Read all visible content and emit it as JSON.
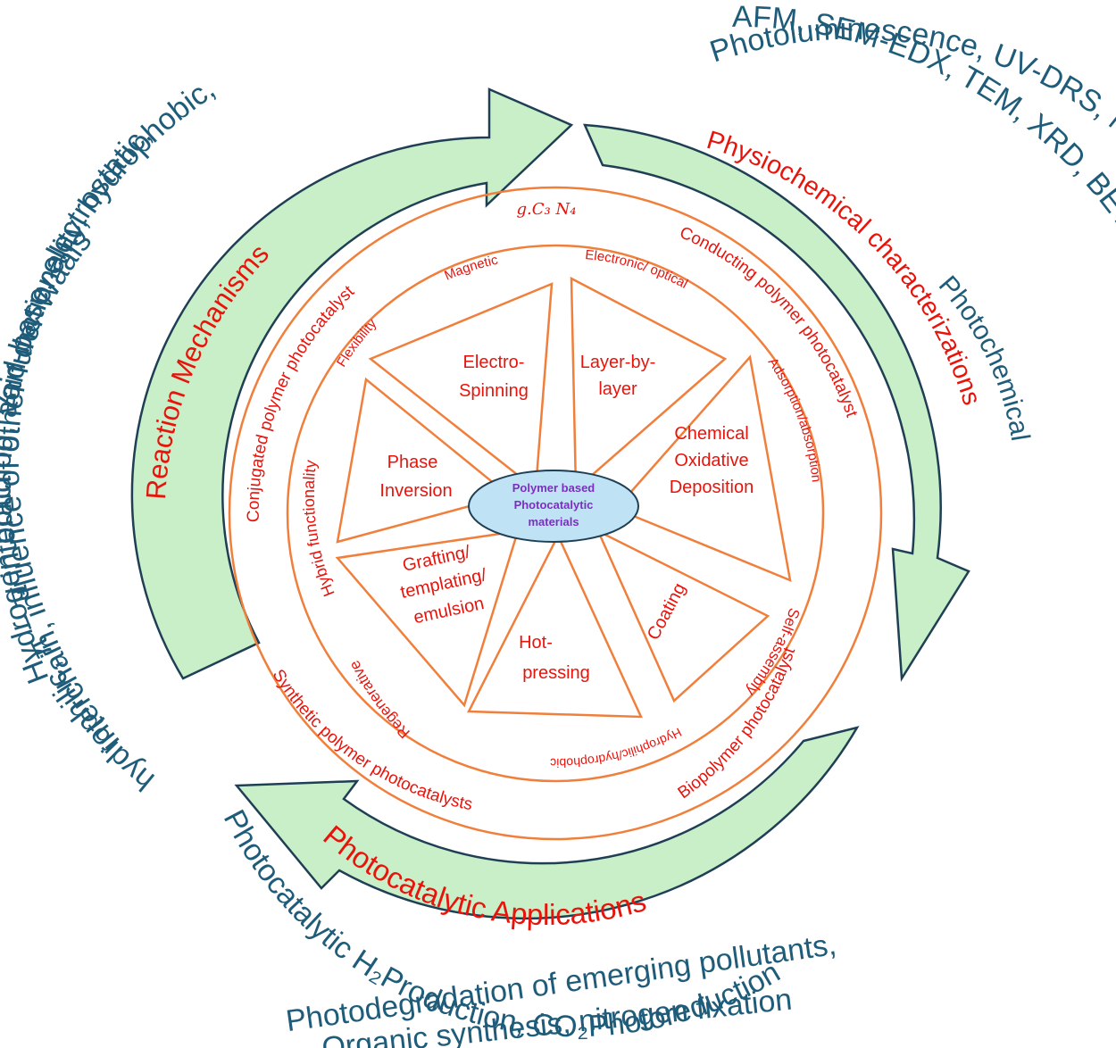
{
  "colors": {
    "outer_text": "#1f5c7a",
    "accent_red": "#e8140c",
    "ring_orange": "#f07f3c",
    "arrow_fill": "#c9efc8",
    "center_fill": "#bfe3f5",
    "center_text": "#7b2fbe"
  },
  "outer": {
    "left_lines": [
      "Hydrogen bonding, acid-base, electrostatic,",
      "interchain, influence of other functionality, hydrophobic,",
      "hydrophilic, π − π interaction, Van der Waals"
    ],
    "right_lines": [
      "AFM, SEM-EDX, TEM, XRD, BET, TGA, FTIR, XPS, Raman",
      "Photoluminescence, UV-DRS, NMR, Water contact angle,",
      "Photochemical"
    ],
    "bottom_arc_line": "Photocatalytic H₂Production, CO₂Photoreduction",
    "bottom_lines": [
      "Photodegradation of emerging pollutants,",
      "Organic synthesis, nitrogen fixation"
    ]
  },
  "arrows": {
    "left_label": "Reaction Mechanisms",
    "right_label": "Physiochemical characterizations",
    "bottom_label": "Photocatalytic Applications"
  },
  "outer_ring": {
    "top_label": "g.C₃ N₄",
    "upper_left": "Conjugated polymer photocatalyst",
    "upper_right": "Conducting polymer photocatalyst",
    "lower_right": "Biopolymer photocatalyst",
    "lower_left": "Synthetic polymer photocatalysts"
  },
  "inner_ring": {
    "magnetic": "Magnetic",
    "electronic": "Electronic/ optical",
    "flexibility": "Flexibility",
    "hybrid": "Hybrid functionality",
    "adsorption": "Adsorption/absorption",
    "regenerative": "Regenerative",
    "self_assembly": "Self-assembly",
    "hydrophilic": "Hydrophilic/hydrophobic"
  },
  "segments": {
    "electro_1": "Electro-",
    "electro_2": "Spinning",
    "layer_1": "Layer-by-",
    "layer_2": "layer",
    "chem_1": "Chemical",
    "chem_2": "Oxidative",
    "chem_3": "Deposition",
    "phase_1": "Phase",
    "phase_2": "Inversion",
    "graft_1": "Grafting/",
    "graft_2": "templating/",
    "graft_3": "emulsion",
    "hot_1": "Hot-",
    "hot_2": "pressing",
    "coating": "Coating"
  },
  "center": {
    "line1": "Polymer based",
    "line2": "Photocatalytic",
    "line3": "materials"
  }
}
